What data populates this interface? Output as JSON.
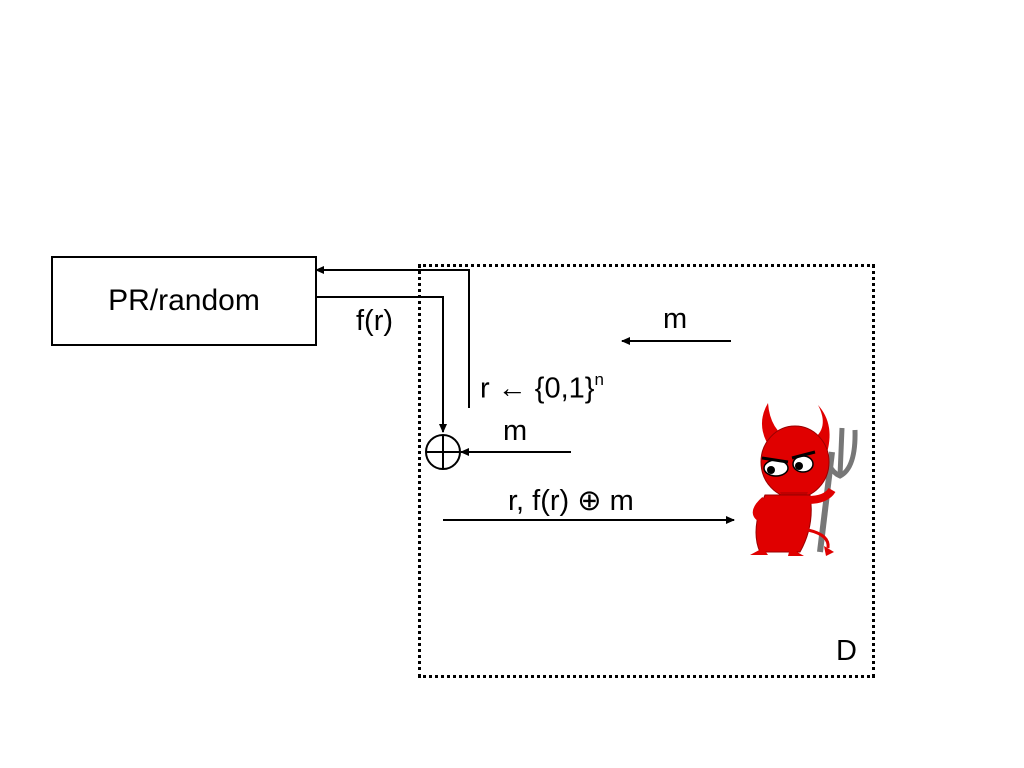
{
  "box": {
    "label": "PR/random"
  },
  "labels": {
    "fr": "f(r)",
    "m_top": "m",
    "r_assign": "r ← {0,1}",
    "r_assign_sup": "n",
    "m_mid": "m",
    "ciphertext": "r, f(r) ⊕ m",
    "distinguisher": "D"
  },
  "icons": {
    "xor": "xor-circle-plus-icon",
    "devil": "devil-mascot-icon"
  },
  "colors": {
    "devil": "#e00000",
    "line": "#000000"
  }
}
